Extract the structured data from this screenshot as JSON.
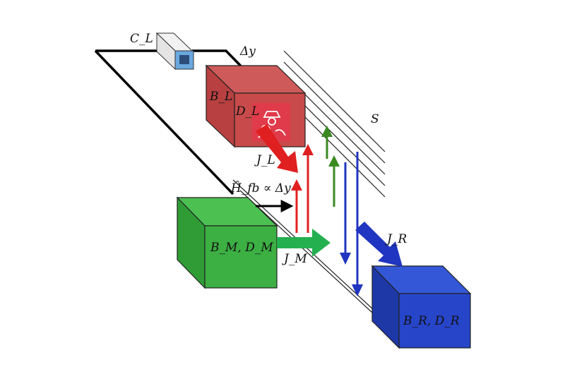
{
  "labels": {
    "capacitor": "C_L",
    "delta_y": "Δy",
    "left_bath": "B_L",
    "left_detector": "D_L",
    "screen": "S",
    "left_current": "J_L",
    "feedback_hamiltonian": "Ĥ_fb ∝ Δy",
    "middle_bath": "B_M, D_M",
    "middle_current": "J_M",
    "right_current": "J_R",
    "right_bath": "B_R, D_R"
  },
  "colors": {
    "red_box": "#c94a4a",
    "green_box": "#3cb043",
    "blue_box": "#2645c8",
    "red_arrow": "#e02020",
    "green_arrow": "#3a8a20",
    "blue_arrow": "#2035c0",
    "wire": "#000000"
  },
  "icons": {
    "capacitor_icon": "capacitor-device-icon",
    "watermark_icon": "spy-magnifier-watermark-icon"
  }
}
